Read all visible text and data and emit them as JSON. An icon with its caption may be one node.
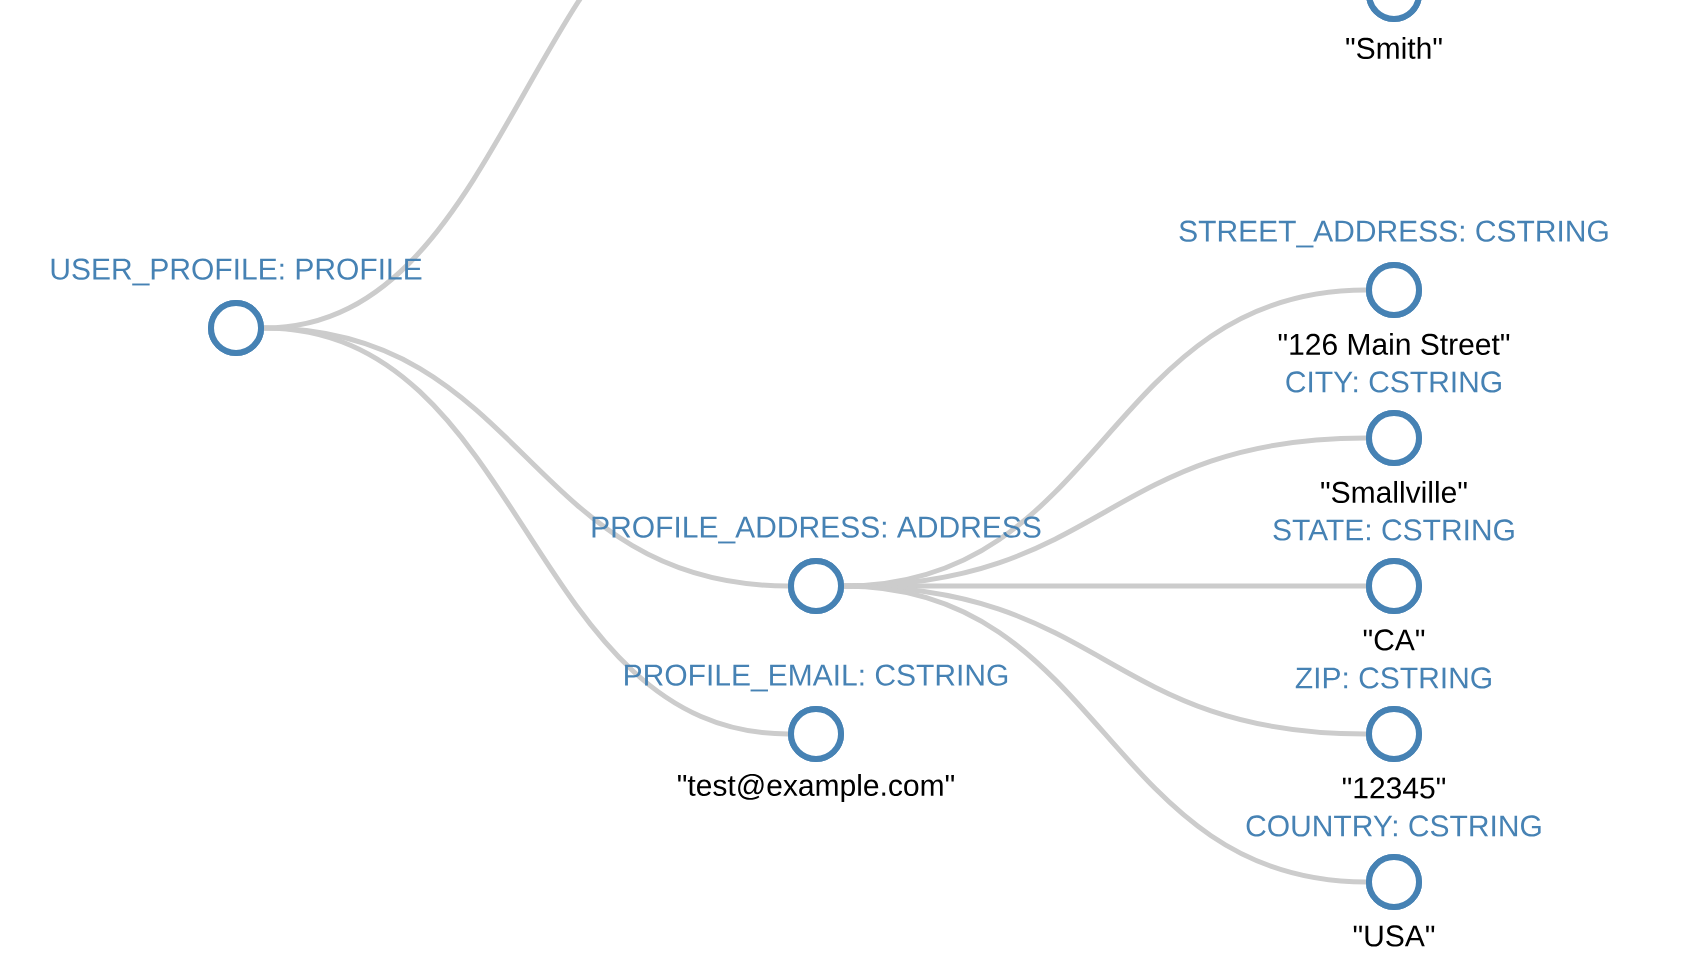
{
  "diagram": {
    "nodes": [
      {
        "text": [
          "\"Smith\""
        ]
      },
      {
        "text": [
          "USER_PROFILE: PROFILE"
        ]
      },
      {
        "text": [
          "PROFILE_ADDRESS: ADDRESS"
        ]
      },
      {
        "text": [
          "PROFILE_EMAIL: CSTRING",
          "\"test@example.com\""
        ]
      },
      {
        "text": [
          "STREET_ADDRESS: CSTRING",
          "\"126 Main Street\""
        ]
      },
      {
        "text": [
          "CITY: CSTRING",
          "\"Smallville\""
        ]
      },
      {
        "text": [
          "STATE: CSTRING",
          "\"CA\""
        ]
      },
      {
        "text": [
          "ZIP: CSTRING",
          "\"12345\""
        ]
      },
      {
        "text": [
          "COUNTRY: CSTRING",
          "\"USA\""
        ]
      }
    ],
    "edges": [
      {
        "from": 1,
        "to": null,
        "arrow": "none"
      },
      {
        "from": 1,
        "to": 2,
        "arrow": "none"
      },
      {
        "from": 1,
        "to": 3,
        "arrow": "none"
      },
      {
        "from": 2,
        "to": 4,
        "arrow": "none"
      },
      {
        "from": 2,
        "to": 5,
        "arrow": "none"
      },
      {
        "from": 2,
        "to": 6,
        "arrow": "none"
      },
      {
        "from": 2,
        "to": 7,
        "arrow": "none"
      },
      {
        "from": 2,
        "to": 8,
        "arrow": "none"
      }
    ]
  }
}
